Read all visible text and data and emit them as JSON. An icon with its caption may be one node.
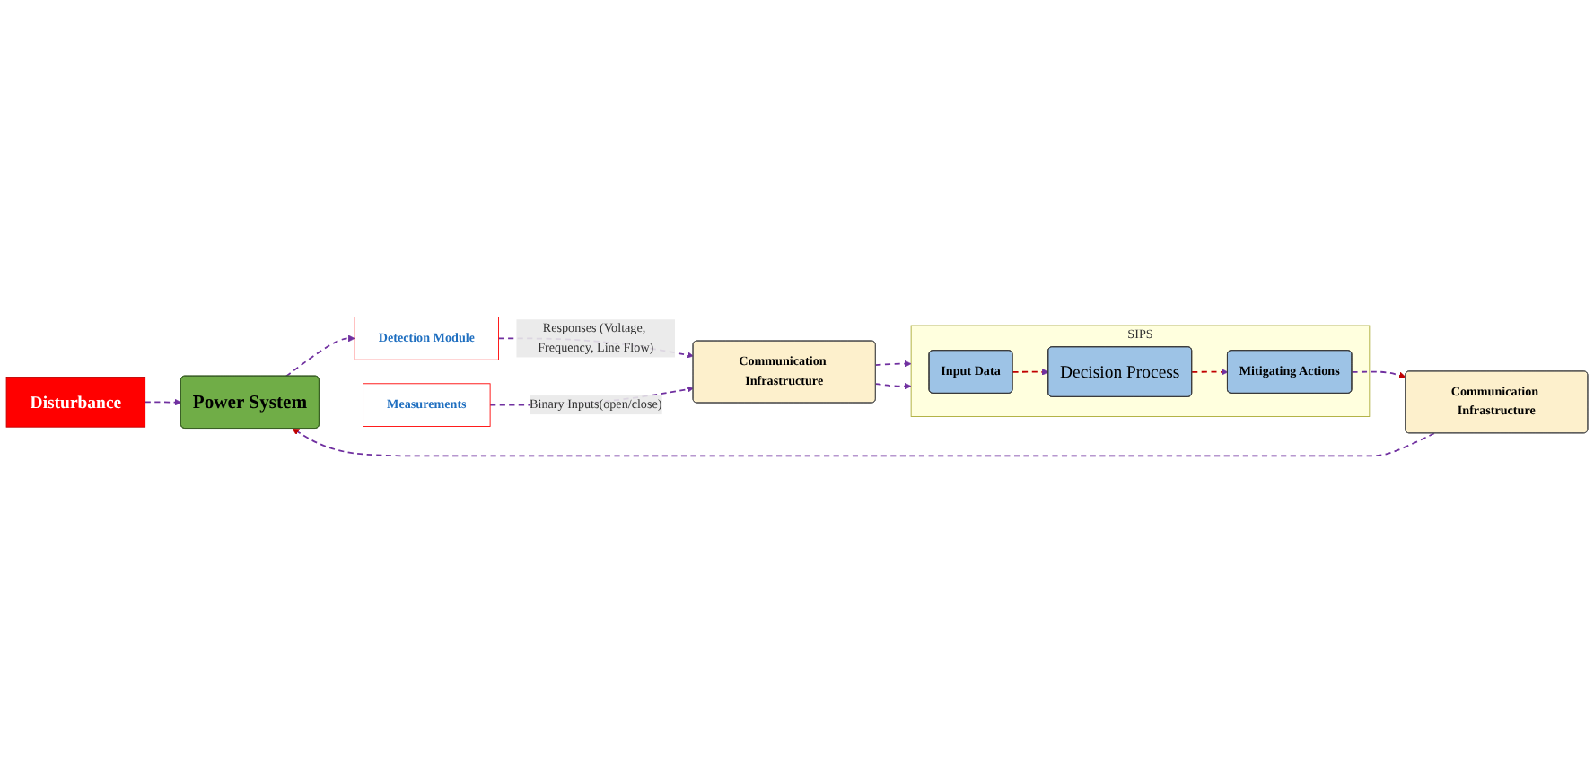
{
  "diagram": {
    "nodes": [
      {
        "text": [
          "Disturbance"
        ]
      },
      {
        "text": [
          "Power System"
        ]
      },
      {
        "text": [
          "Detection Module"
        ]
      },
      {
        "text": [
          "Measurements"
        ]
      },
      {
        "text": [
          "Communication Infrastructure"
        ]
      },
      {
        "text": [
          "SIPS"
        ]
      },
      {
        "text": [
          "Input Data"
        ],
        "in": 5
      },
      {
        "text": [
          "Decision Process"
        ],
        "in": 5
      },
      {
        "text": [
          "Mitigating Actions"
        ],
        "in": 5
      },
      {
        "text": [
          "Communication Infrastructure"
        ]
      }
    ],
    "edges": [
      {
        "from": 0,
        "to": 1,
        "arrow": "to",
        "style": "dashed"
      },
      {
        "from": 1,
        "to": 2,
        "arrow": "to",
        "style": "dashed"
      },
      {
        "from": 2,
        "to": 4,
        "arrow": "to",
        "style": "dashed",
        "label": "Responses (Voltage, Frequency, Line Flow)"
      },
      {
        "from": 3,
        "to": 4,
        "arrow": "to",
        "style": "dashed",
        "label": "Binary Inputs(open/close)"
      },
      {
        "from": 4,
        "to": 5,
        "arrow": "to",
        "style": "dashed"
      },
      {
        "from": 4,
        "to": 5,
        "arrow": "to",
        "style": "dashed"
      },
      {
        "from": 6,
        "to": 7,
        "arrow": "to",
        "style": "dashed",
        "color": "#c00000"
      },
      {
        "from": 7,
        "to": 8,
        "arrow": "to",
        "style": "dashed",
        "color": "#c00000"
      },
      {
        "from": 8,
        "to": 9,
        "arrow": "to",
        "style": "dashed"
      },
      {
        "from": 9,
        "to": 1,
        "arrow": "to",
        "style": "dashed"
      }
    ]
  }
}
